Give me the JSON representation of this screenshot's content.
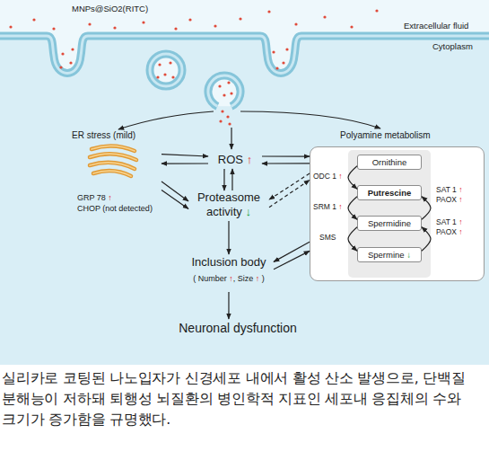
{
  "diagram": {
    "caption": "실리카로 코팅된 나노입자가 신경세포 내에서 활성 산소 발생으로, 단백질 분해능이 저하돼 퇴행성 뇌질환의 병인학적 지표인 세포내 응집체의 수와 크기가 증가함을 규명했다.",
    "nodes": [
      {
        "text": [
          "ER stress (mild)",
          "GRP 78 ↑",
          "CHOP (not detected)"
        ]
      },
      {
        "text": [
          "ROS ↑"
        ]
      },
      {
        "text": [
          "Polyamine metabolism"
        ]
      },
      {
        "text": [
          "Ornithine"
        ],
        "in": 2
      },
      {
        "text": [
          "Putrescine"
        ],
        "in": 2
      },
      {
        "text": [
          "Spermidine"
        ],
        "in": 2
      },
      {
        "text": [
          "Spermine ↓"
        ],
        "in": 2
      },
      {
        "text": [
          "Proteasome activity ↓"
        ]
      },
      {
        "text": [
          "Inclusion body",
          "( Number ↑, Size ↑ )"
        ]
      },
      {
        "text": [
          "Neuronal dysfunction"
        ]
      }
    ],
    "edges": [
      {
        "from": 0,
        "to": 1,
        "arrow": "to"
      },
      {
        "from": 1,
        "to": 0,
        "arrow": "to"
      },
      {
        "from": 1,
        "to": 2,
        "arrow": "to"
      },
      {
        "from": 2,
        "to": 1,
        "arrow": "to"
      },
      {
        "from": 3,
        "to": 4,
        "arrow": "to",
        "label": "ODC 1 ↑"
      },
      {
        "from": 4,
        "to": 5,
        "arrow": "to",
        "label": "SRM 1 ↑"
      },
      {
        "from": 5,
        "to": 6,
        "arrow": "to",
        "label": "SMS"
      },
      {
        "from": 5,
        "to": 4,
        "arrow": "to",
        "label": "SAT 1 ↑ PAOX ↑"
      },
      {
        "from": 6,
        "to": 5,
        "arrow": "to",
        "label": "SAT 1 ↑ PAOX ↑"
      },
      {
        "from": 0,
        "to": 7,
        "arrow": "to"
      },
      {
        "from": 0,
        "to": 7,
        "arrow": "to"
      },
      {
        "from": 1,
        "to": 7,
        "arrow": "to"
      },
      {
        "from": 7,
        "to": 1,
        "arrow": "to"
      },
      {
        "from": 2,
        "to": 7,
        "arrow": "to"
      },
      {
        "from": 7,
        "to": 2,
        "arrow": "to"
      },
      {
        "from": 7,
        "to": 8,
        "arrow": "to"
      },
      {
        "from": 2,
        "to": 8,
        "arrow": "to"
      },
      {
        "from": 8,
        "to": 2,
        "arrow": "to"
      },
      {
        "from": 8,
        "to": 9,
        "arrow": "to"
      }
    ],
    "labels": [
      "MNPs@SiO2(RITC)",
      "Extracellular fluid",
      "Cytoplasm"
    ]
  }
}
